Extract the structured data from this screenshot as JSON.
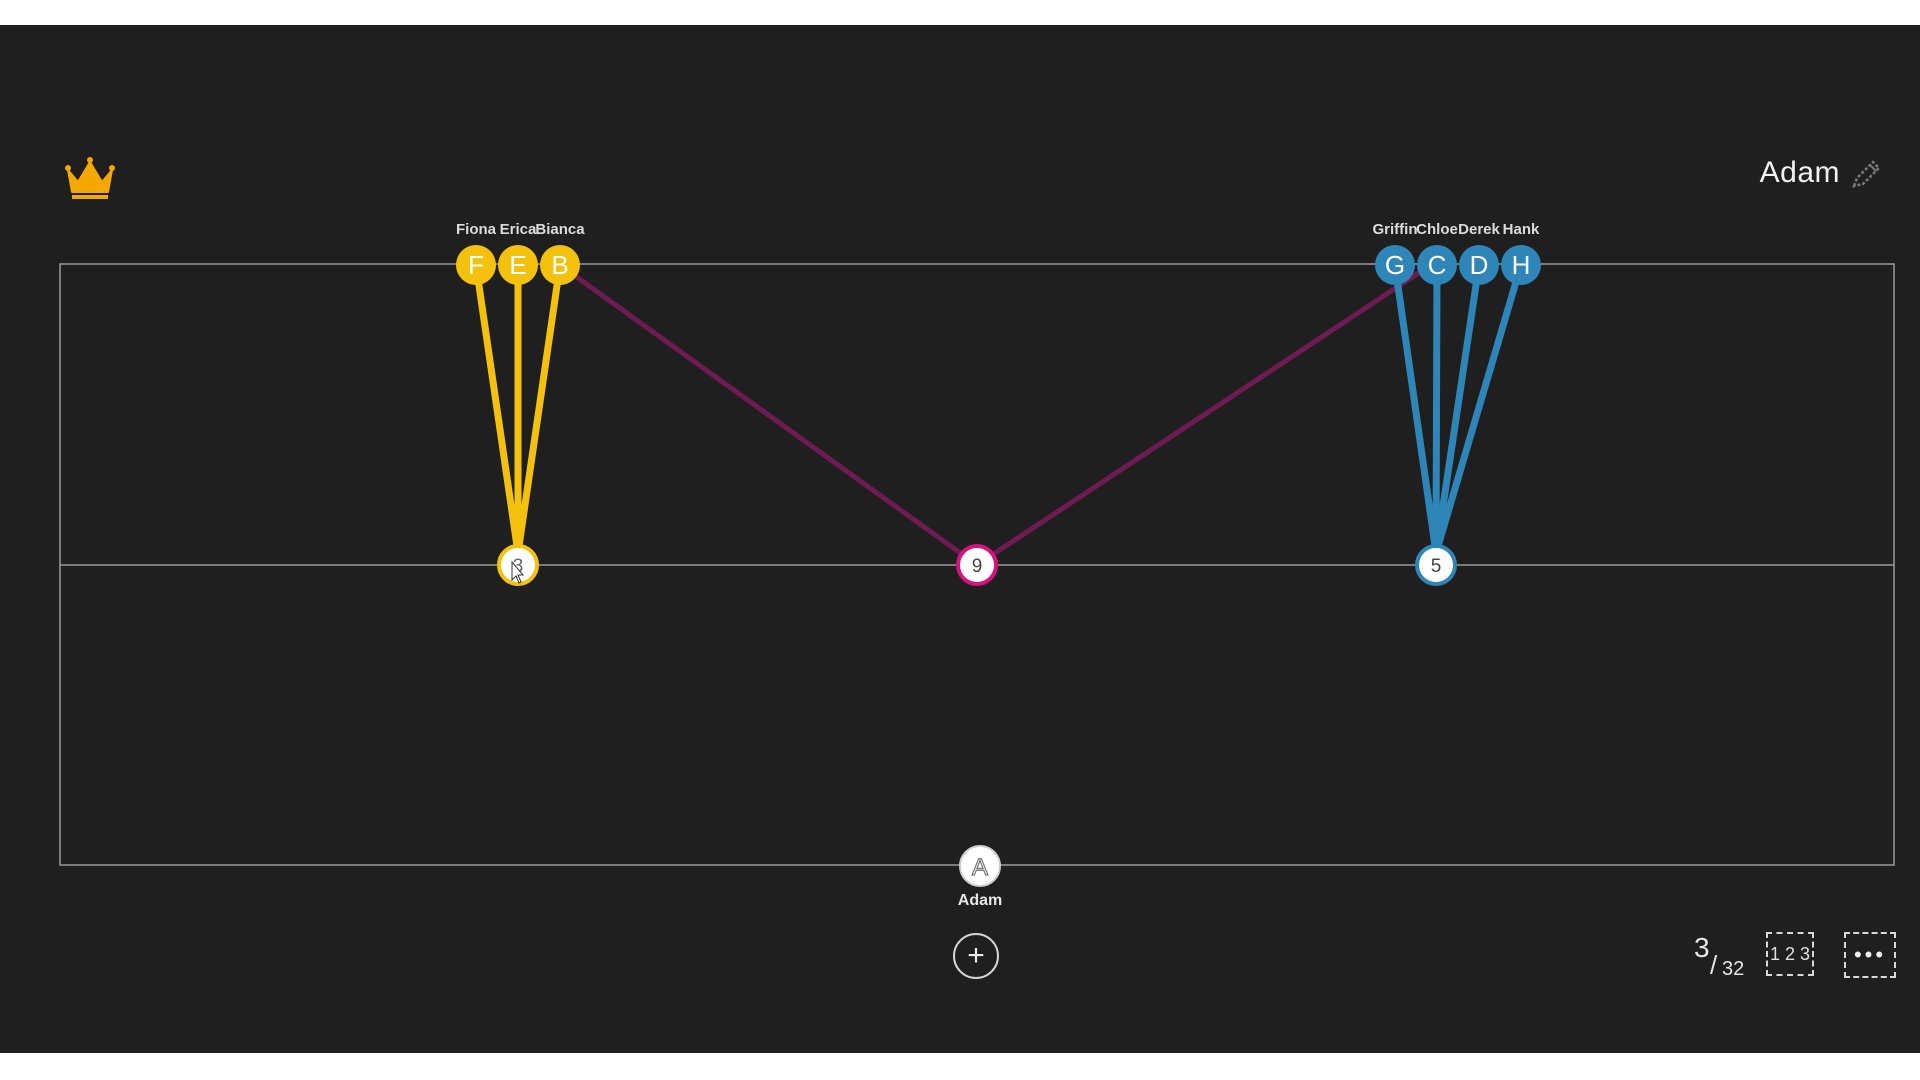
{
  "header": {
    "player_name": "Adam",
    "crown_icon": "crown-icon",
    "edit_icon": "pencil-icon"
  },
  "colors": {
    "background": "#1f1f1f",
    "yellow_team": "#f4c20d",
    "blue_team": "#2e86b8",
    "center_link": "#6e1b52",
    "center_node_ring": "#d6127f",
    "board_line": "#9a9a9a"
  },
  "top_nodes": [
    {
      "letter": "F",
      "name": "Fiona",
      "team": "yellow"
    },
    {
      "letter": "E",
      "name": "Erica",
      "team": "yellow"
    },
    {
      "letter": "B",
      "name": "Bianca",
      "team": "yellow"
    },
    {
      "letter": "G",
      "name": "Griffin",
      "team": "blue"
    },
    {
      "letter": "C",
      "name": "Chloe",
      "team": "blue"
    },
    {
      "letter": "D",
      "name": "Derek",
      "team": "blue"
    },
    {
      "letter": "H",
      "name": "Hank",
      "team": "blue"
    }
  ],
  "middle_nodes": [
    {
      "value": "3",
      "team": "yellow"
    },
    {
      "value": "9",
      "team": "center"
    },
    {
      "value": "5",
      "team": "blue"
    }
  ],
  "bottom_player": {
    "letter": "A",
    "name": "Adam"
  },
  "footer": {
    "add_symbol": "+",
    "counter_value": "3",
    "counter_slash": "/",
    "counter_total": "32",
    "numbers_button": "1 2 3",
    "more_button": "•••"
  }
}
